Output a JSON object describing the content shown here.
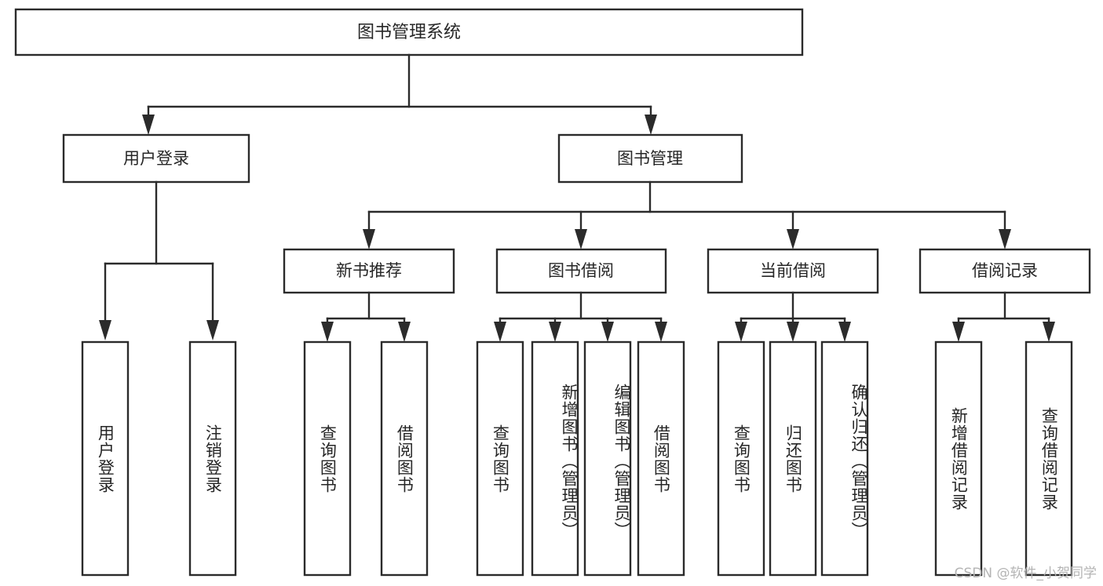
{
  "diagram": {
    "title_node": {
      "label": "图书管理系统"
    },
    "level2": [
      {
        "label": "用户登录"
      },
      {
        "label": "图书管理"
      }
    ],
    "level3": [
      {
        "label": "新书推荐"
      },
      {
        "label": "图书借阅"
      },
      {
        "label": "当前借阅"
      },
      {
        "label": "借阅记录"
      }
    ],
    "leaves": {
      "user_login": [
        {
          "label": "用户登录"
        },
        {
          "label": "注销登录"
        }
      ],
      "new_book_recommend": [
        {
          "label": "查询图书"
        },
        {
          "label": "借阅图书"
        }
      ],
      "book_borrow": [
        {
          "label": "查询图书"
        },
        {
          "label": "新增图书（管理员）"
        },
        {
          "label": "编辑图书（管理员）"
        },
        {
          "label": "借阅图书"
        }
      ],
      "current_borrow": [
        {
          "label": "查询图书"
        },
        {
          "label": "归还图书"
        },
        {
          "label": "确认归还（管理员）"
        }
      ],
      "borrow_record": [
        {
          "label": "新增借阅记录"
        },
        {
          "label": "查询借阅记录"
        }
      ]
    }
  },
  "watermark": {
    "text": "CSDN @软件_小贺同学"
  },
  "colors": {
    "stroke": "#2b2b2b",
    "fill": "#ffffff",
    "text": "#262626",
    "watermark": "#b4b4b4"
  }
}
